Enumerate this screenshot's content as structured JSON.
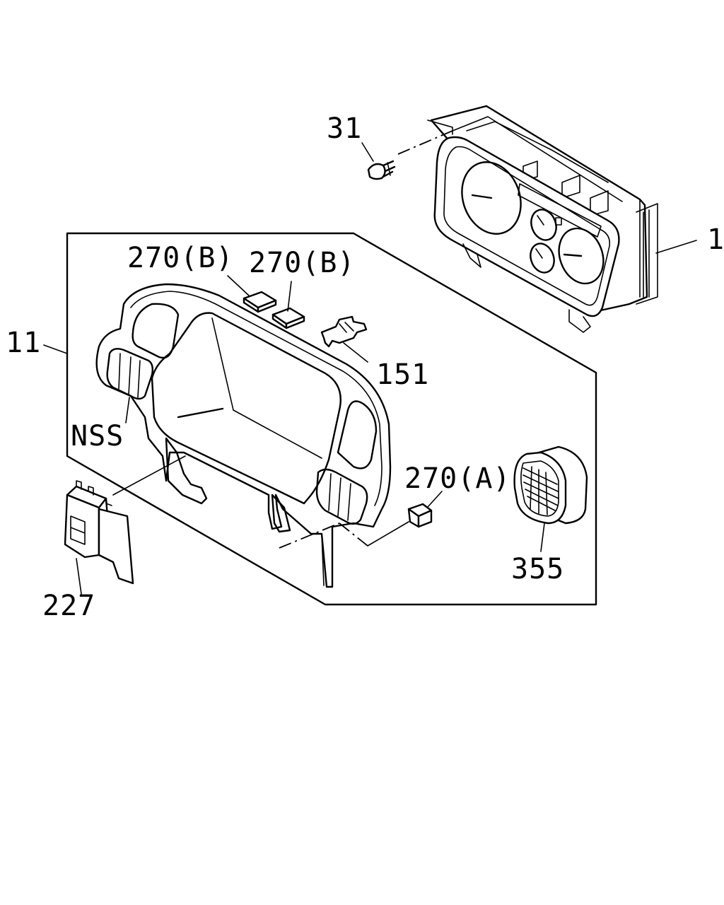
{
  "labels": {
    "screw": "31",
    "cluster": "1",
    "panel": "11",
    "clip_b1": "270(B)",
    "clip_b2": "270(B)",
    "bracket": "151",
    "nss": "NSS",
    "clip_a": "270(A)",
    "vent": "355",
    "switch": "227"
  }
}
